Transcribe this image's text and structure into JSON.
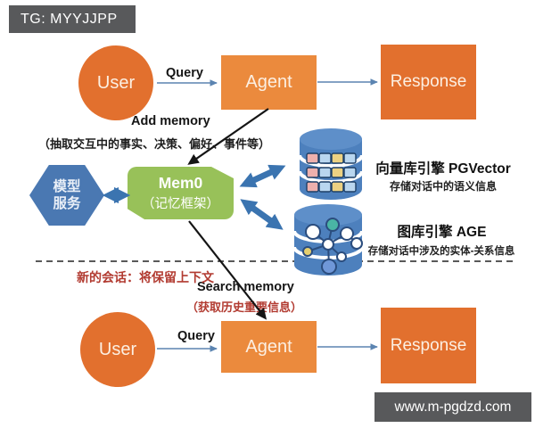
{
  "badge": {
    "text": "TG: MYYJJPP"
  },
  "watermark": {
    "text": "www.m-pgdzd.com"
  },
  "flows": {
    "top": {
      "user": "User",
      "query": "Query",
      "agent": "Agent",
      "response": "Response"
    },
    "bottom": {
      "user": "User",
      "query": "Query",
      "agent": "Agent",
      "response": "Response"
    }
  },
  "memory_ops": {
    "add": {
      "label": "Add memory",
      "note": "（抽取交互中的事实、决策、偏好、事件等）"
    },
    "search": {
      "label": "Search memory",
      "note": "（获取历史重要信息）"
    }
  },
  "session_note": {
    "text": "新的会话：将保留上下文"
  },
  "model_service": {
    "line1": "模型",
    "line2": "服务"
  },
  "mem0": {
    "title": "Mem0",
    "subtitle": "（记忆框架）"
  },
  "vector_db": {
    "title": "向量库引擎 PGVector",
    "subtitle": "存储对话中的语义信息"
  },
  "graph_db": {
    "title": "图库引擎 AGE",
    "subtitle": "存储对话中涉及的实体-关系信息"
  },
  "colors": {
    "orange": "#e2702e",
    "agent_orange": "#eb8a3d",
    "mem0_green": "#98c159",
    "hexagon_blue": "#4a78b2",
    "cylinder_blue": "#4d80bd",
    "cylinder_lid_blue": "#5e8fc9",
    "thick_arrow_blue": "#3b74b0",
    "thin_arrow_blue": "#5b84b1",
    "red_text": "#b23b31",
    "badge_gray": "#58595b",
    "black_arrow": "#151515",
    "vector_cell_pink": "#edb0ad",
    "vector_cell_blue": "#b9d6ef",
    "vector_cell_yellow": "#ecd182",
    "graph_node_teal": "#4ab5a5",
    "graph_node_yellow": "#e5cf6f",
    "graph_node_blue": "#6f97d8"
  }
}
